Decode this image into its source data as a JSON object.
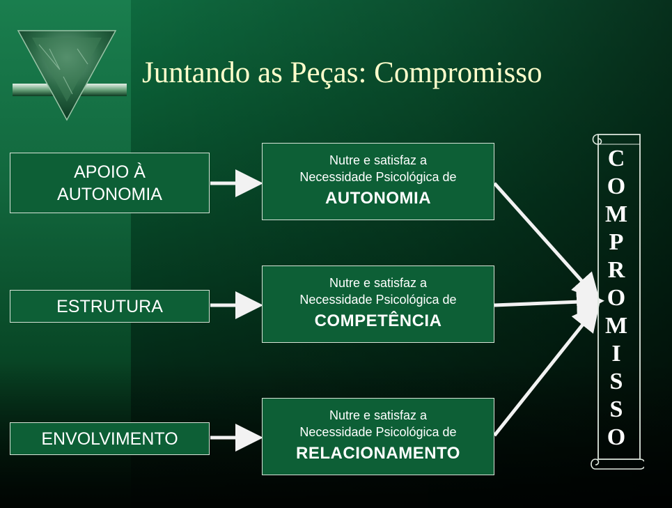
{
  "title": "Juntando as Peças: Compromisso",
  "sources": [
    {
      "lines": [
        "APOIO À",
        "AUTONOMIA"
      ]
    },
    {
      "lines": [
        "ESTRUTURA"
      ]
    },
    {
      "lines": [
        "ENVOLVIMENTO"
      ]
    }
  ],
  "needs": [
    {
      "line1": "Nutre e satisfaz a",
      "line2": "Necessidade Psicológica de",
      "need": "AUTONOMIA"
    },
    {
      "line1": "Nutre e satisfaz a",
      "line2": "Necessidade Psicológica de",
      "need": "COMPETÊNCIA"
    },
    {
      "line1": "Nutre e satisfaz a",
      "line2": "Necessidade Psicológica de",
      "need": "RELACIONAMENTO"
    }
  ],
  "outcome": {
    "word": "COMPROMISSO",
    "letters": [
      "C",
      "O",
      "M",
      "P",
      "R",
      "O",
      "M",
      "I",
      "S",
      "S",
      "O"
    ]
  },
  "colors": {
    "title": "#ffffcc",
    "box_border": "#d8e4d8",
    "box_fill": "#0d5f36",
    "arrow": "#f2f2f2"
  }
}
